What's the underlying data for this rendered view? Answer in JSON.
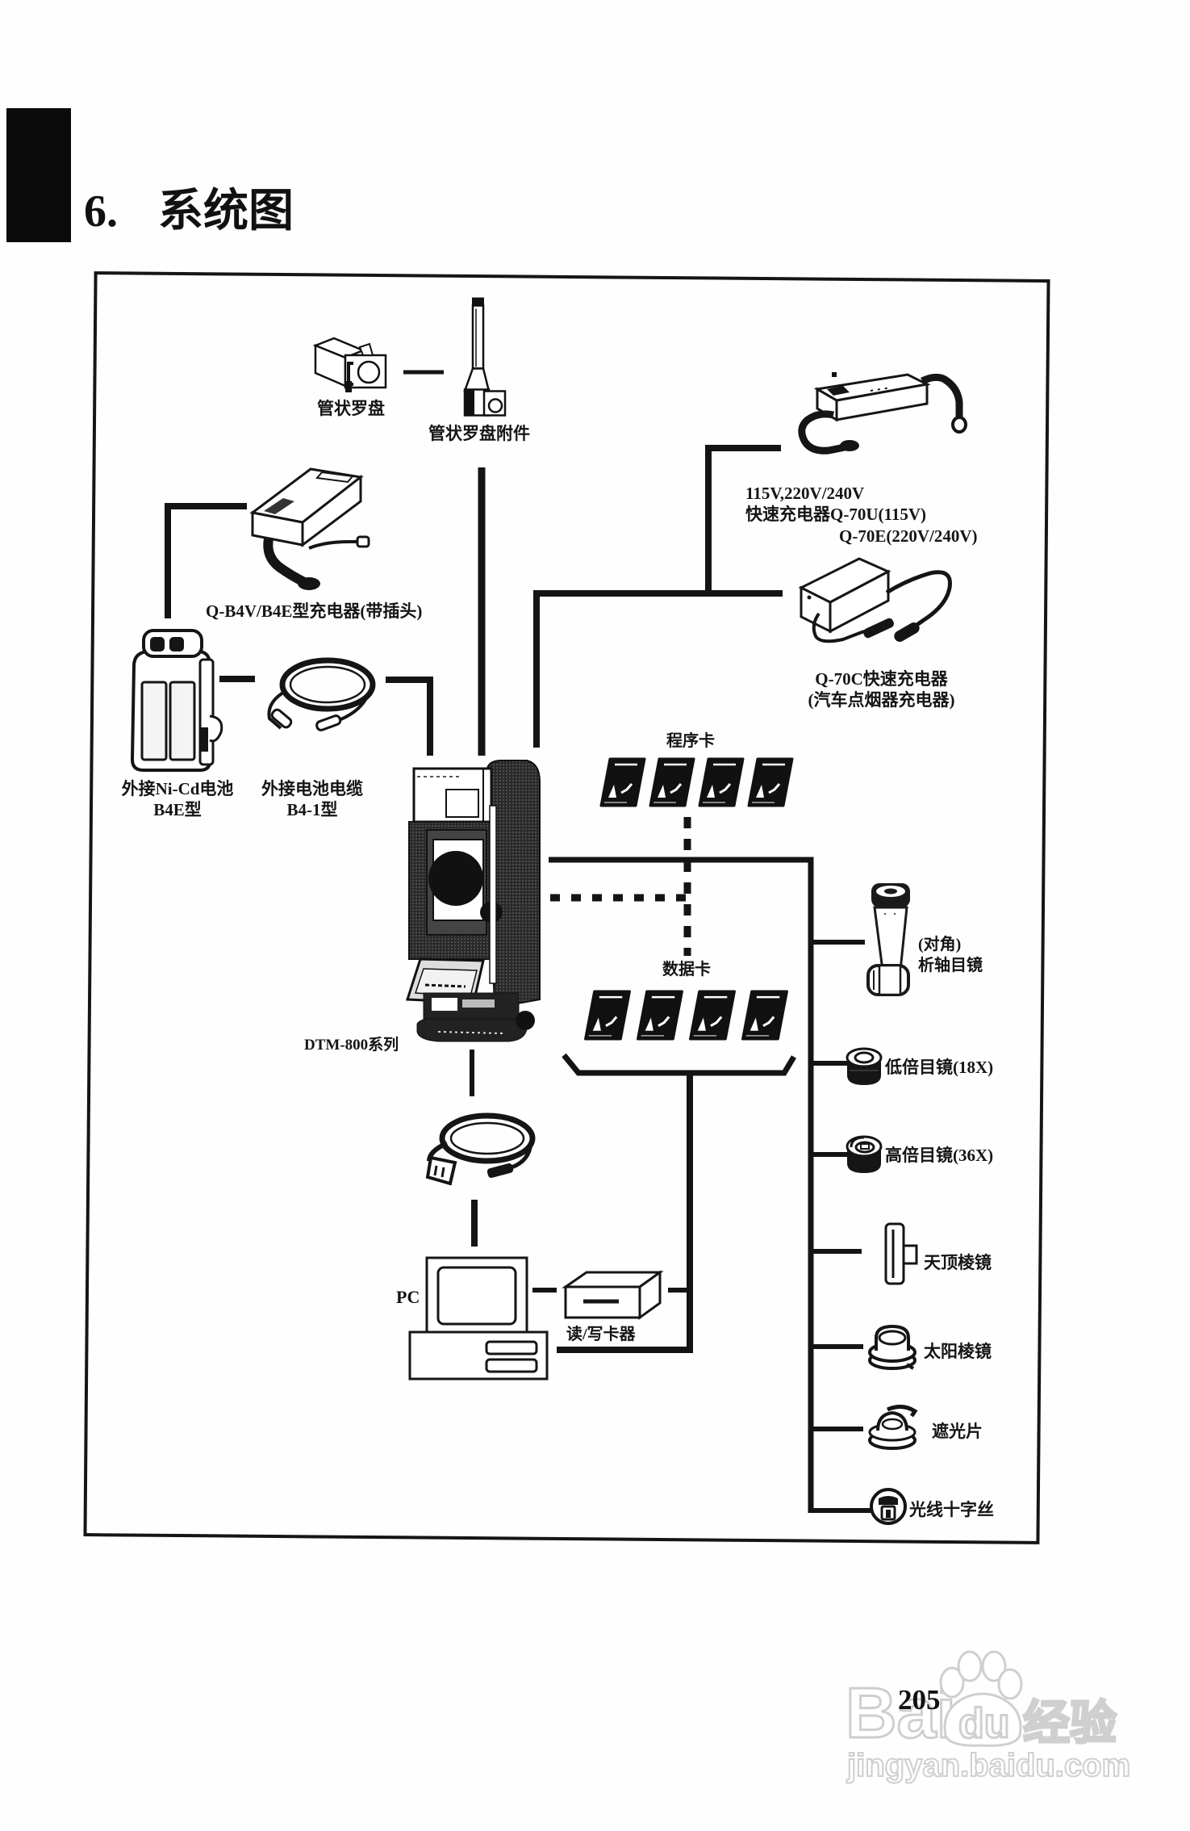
{
  "page": {
    "section_number": "6.",
    "section_title": "系统图",
    "page_number": "205"
  },
  "system_diagram": {
    "tubular_compass": {
      "label": "管状罗盘",
      "icon": "compass-icon"
    },
    "compass_attachment": {
      "label": "管状罗盘附件",
      "icon": "compass-attachment-icon"
    },
    "quick_charger_q70": {
      "label_lines": [
        "115V,220V/240V",
        "快速充电器Q-70U(115V)",
        "Q-70E(220V/240V)"
      ],
      "icon": "ac-charger-icon"
    },
    "car_charger_q70c": {
      "label_lines": [
        "Q-70C快速充电器",
        "(汽车点烟器充电器)"
      ],
      "icon": "car-charger-icon"
    },
    "charger_qb4": {
      "label": "Q-B4V/B4E型充电器(带插头)",
      "icon": "battery-charger-icon"
    },
    "external_battery": {
      "label_lines": [
        "外接Ni-Cd电池",
        "B4E型"
      ],
      "icon": "battery-icon"
    },
    "battery_cable": {
      "label_lines": [
        "外接电池电缆",
        "B4-1型"
      ],
      "icon": "cable-icon"
    },
    "instrument": {
      "label": "DTM-800系列",
      "icon": "total-station-icon"
    },
    "program_cards": {
      "label": "程序卡",
      "count": 4,
      "icon": "memory-card-icon"
    },
    "data_cards": {
      "label": "数据卡",
      "count": 4,
      "icon": "memory-card-icon"
    },
    "pc": {
      "label": "PC",
      "icon": "computer-icon"
    },
    "card_reader": {
      "label": "读/写卡器",
      "icon": "card-reader-icon"
    },
    "accessories": [
      {
        "label_lines": [
          "(对角)",
          "析轴目镜"
        ],
        "icon": "diagonal-eyepiece-icon"
      },
      {
        "label": "低倍目镜(18X)",
        "icon": "eyepiece-icon"
      },
      {
        "label": "高倍目镜(36X)",
        "icon": "eyepiece-icon"
      },
      {
        "label": "天顶棱镜",
        "icon": "zenith-prism-icon"
      },
      {
        "label": "太阳棱镜",
        "icon": "solar-prism-icon"
      },
      {
        "label": "遮光片",
        "icon": "sunshade-icon"
      },
      {
        "label": "光线十字丝",
        "icon": "reticle-icon"
      }
    ]
  },
  "watermark": {
    "brand_latin_1": "Bai",
    "brand_latin_2": "du",
    "brand_cn": "经验",
    "url": "jingyan.baidu.com"
  }
}
